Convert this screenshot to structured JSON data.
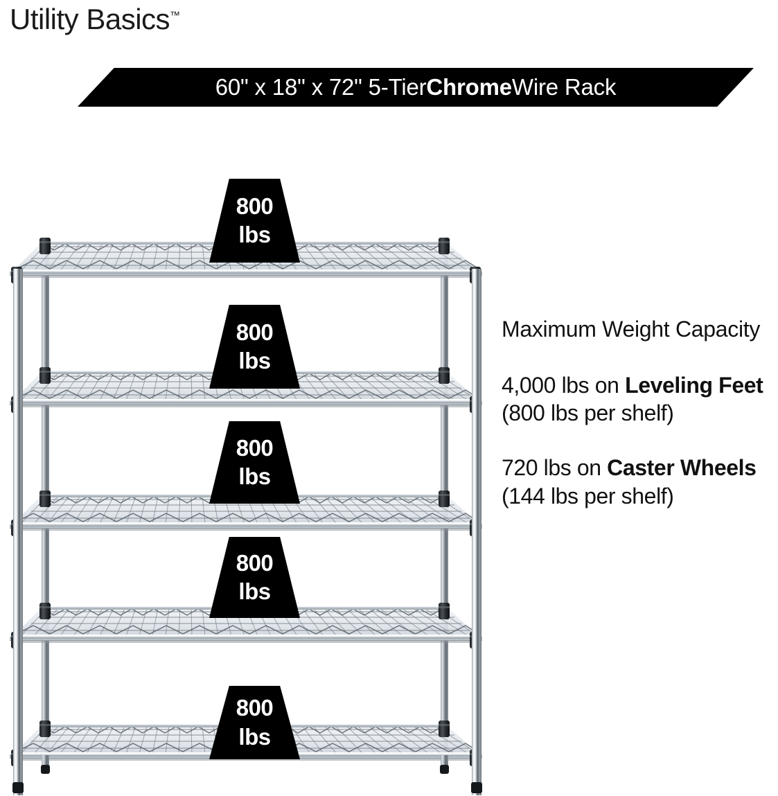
{
  "brand": {
    "name": "Utility Basics",
    "trademark": "™"
  },
  "banner": {
    "text_prefix": "60\" x 18\" x 72\" 5-Tier ",
    "text_bold": "Chrome",
    "text_suffix": " Wire Rack",
    "background_color": "#000000",
    "text_color": "#ffffff"
  },
  "copy": {
    "heading": "Maximum Weight Capacity",
    "para1": {
      "part1": "4,000 lbs on ",
      "bold1": "Leveling Feet",
      "part2": " (800 lbs per shelf)"
    },
    "para2": {
      "part1": "720 lbs on ",
      "bold1": "Caster Wheels",
      "part2": " (144 lbs per shelf)"
    }
  },
  "product": {
    "tiers": 5,
    "finish": "Chrome",
    "width_in": "60\"",
    "depth_in": "18\"",
    "height_in": "72\"",
    "per_shelf_capacity": "800 lbs",
    "badge_color": "#000000",
    "badge_text_color": "#ffffff",
    "chrome_light": "#f2f4f6",
    "chrome_mid": "#b9c0c7",
    "chrome_dark": "#6c757d",
    "collar_color": "#2a2d31"
  },
  "badges": [
    {
      "number": "800",
      "unit": "lbs",
      "shelf": 1
    },
    {
      "number": "800",
      "unit": "lbs",
      "shelf": 2
    },
    {
      "number": "800",
      "unit": "lbs",
      "shelf": 3
    },
    {
      "number": "800",
      "unit": "lbs",
      "shelf": 4
    },
    {
      "number": "800",
      "unit": "lbs",
      "shelf": 5
    }
  ]
}
